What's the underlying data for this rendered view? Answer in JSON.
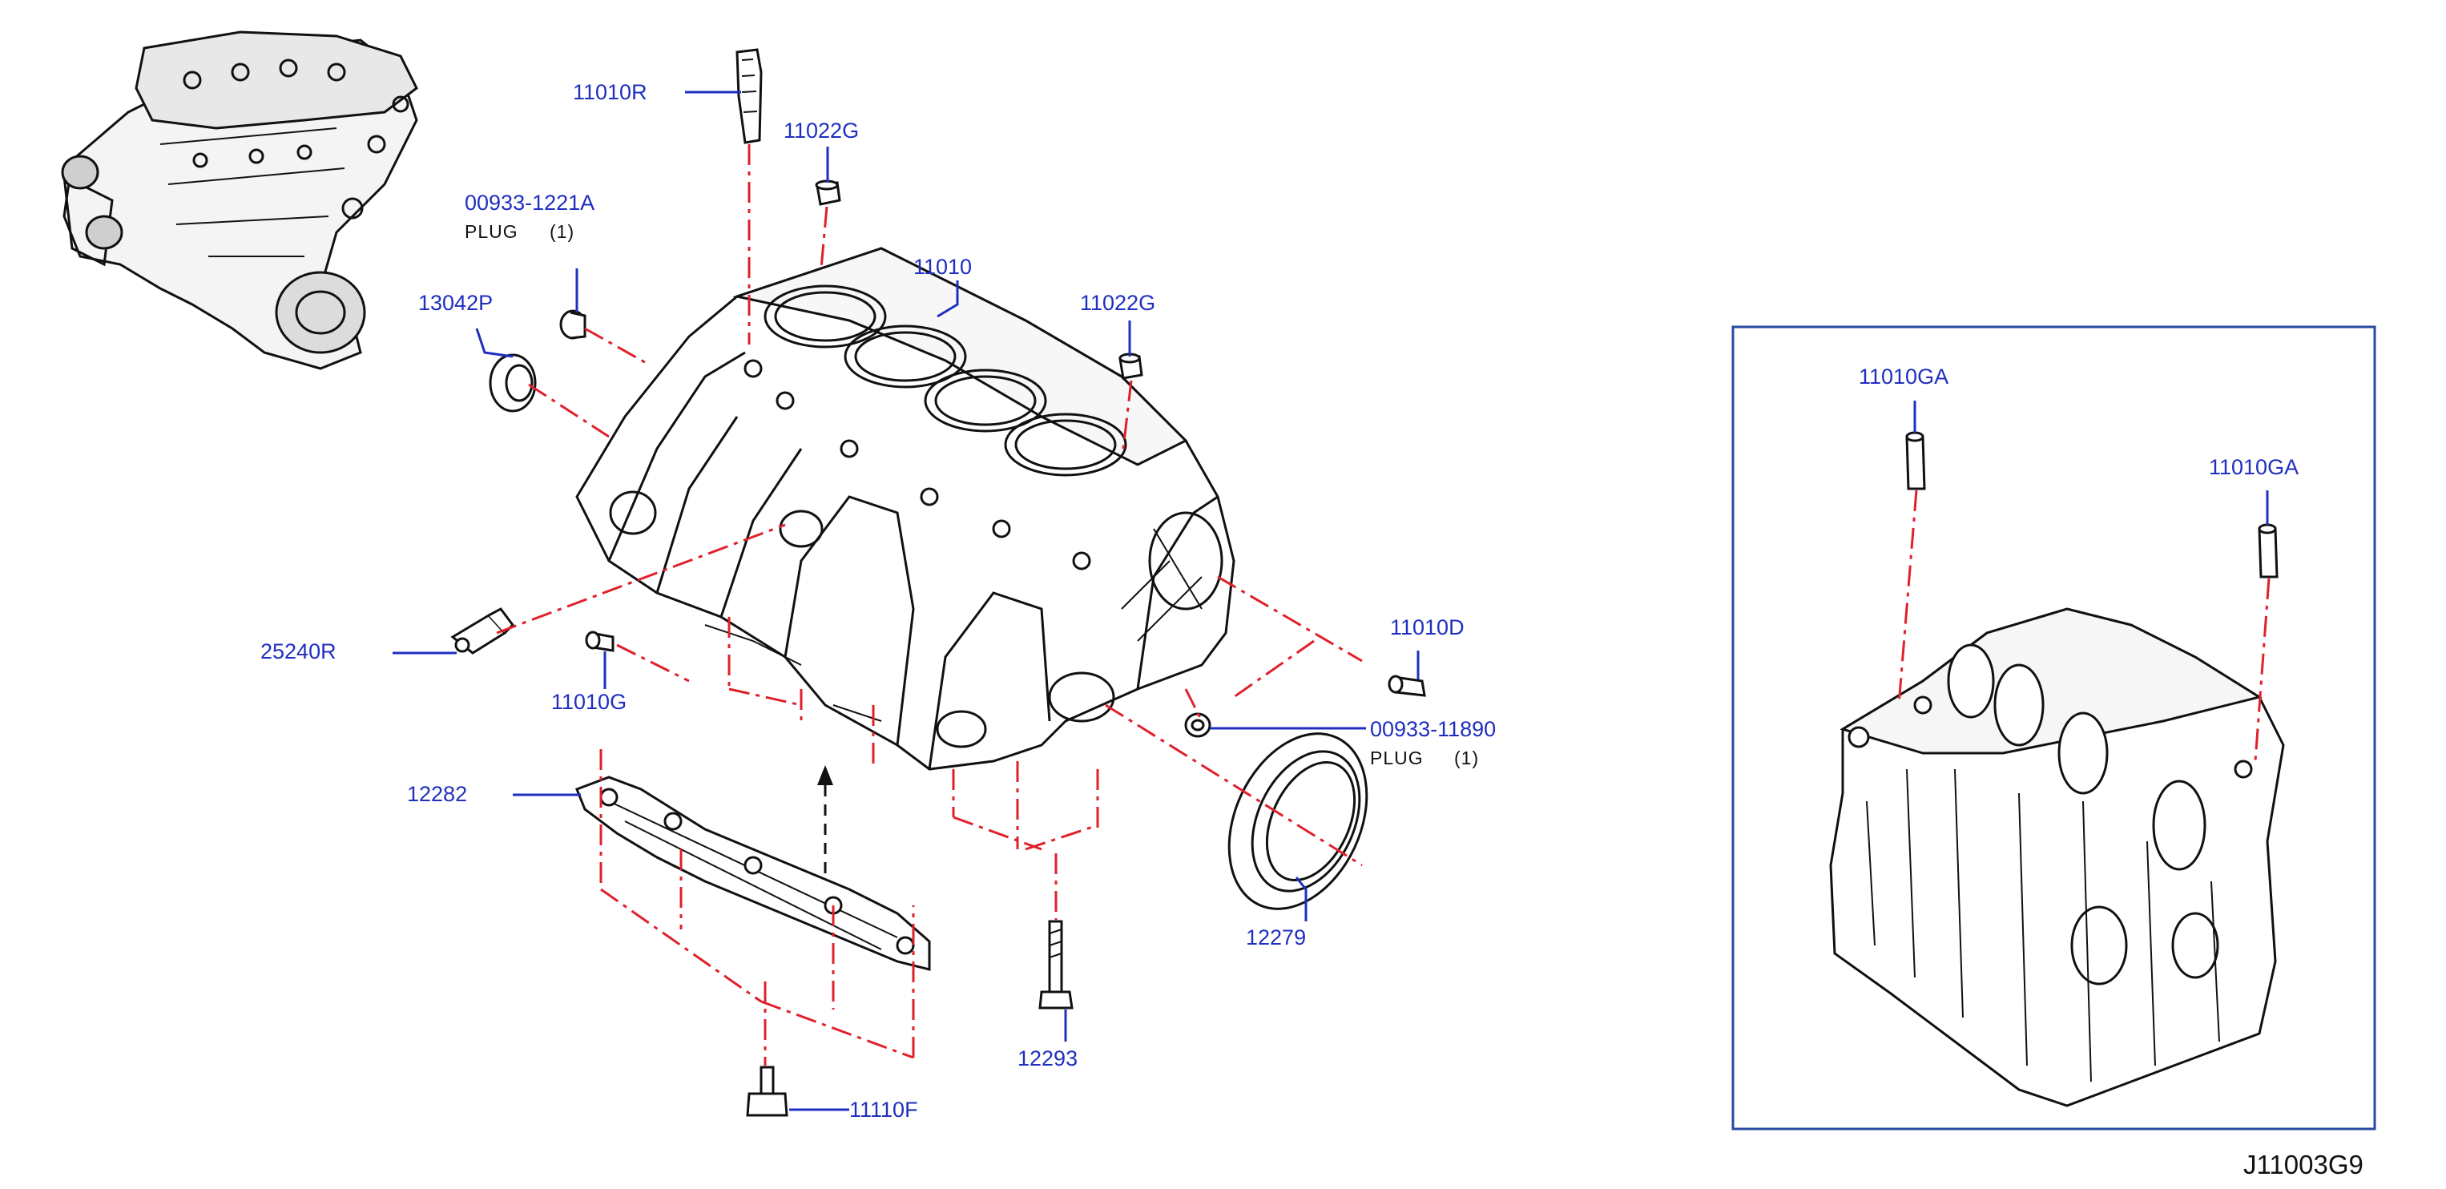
{
  "colors": {
    "label": "#1f2fbf",
    "leader": "#1f2fbf",
    "ref_line": "#e0202a",
    "drawing": "#111111",
    "frame": "#2a4aa0"
  },
  "parts": {
    "p11010R": "11010R",
    "p11022G_a": "11022G",
    "p00933_1221A": "00933-1221A",
    "plug_a": "PLUG",
    "plug_a_qty": "(1)",
    "p13042P": "13042P",
    "p11010": "11010",
    "p11022G_b": "11022G",
    "p25240R": "25240R",
    "p11010G": "11010G",
    "p11010D": "11010D",
    "p00933_11890": "00933-11890",
    "plug_b": "PLUG",
    "plug_b_qty": "(1)",
    "p12282": "12282",
    "p12279": "12279",
    "p12293": "12293",
    "p11110F": "11110F",
    "p11010GA_a": "11010GA",
    "p11010GA_b": "11010GA"
  },
  "diagram_code": "J11003G9"
}
